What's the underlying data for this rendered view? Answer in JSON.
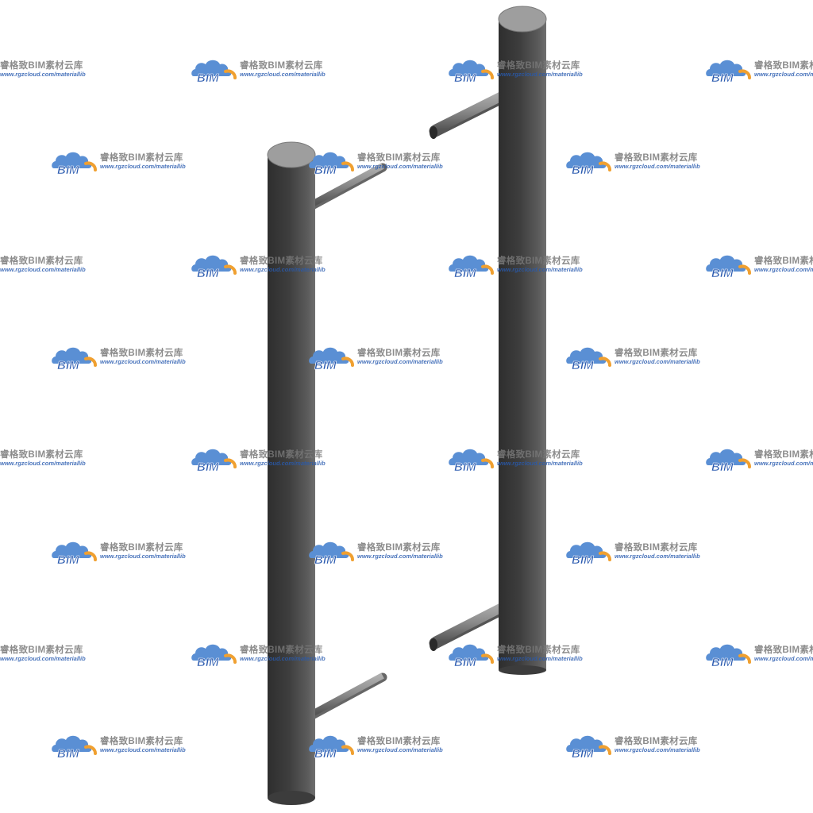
{
  "watermark": {
    "logo_text": "BIM",
    "brand_text": "睿格致BIM素材云库",
    "url_text": "www.rgzcloud.com/materiallib",
    "colors": {
      "logo_blue": "#5a8fd4",
      "logo_orange": "#f0a030",
      "brand_gray": "#7a7a7a",
      "url_blue": "#2a5aaf"
    }
  },
  "object": {
    "name": "pull-handle-pair",
    "colors": {
      "post_dark": "#3a3a3a",
      "post_mid": "#5a5a5a",
      "post_cap": "#9e9e9e",
      "standoff_dark": "#5c5c5c",
      "standoff_light": "#a8a8a8"
    }
  }
}
